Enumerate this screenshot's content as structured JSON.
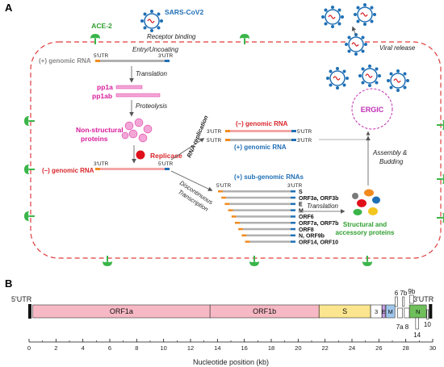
{
  "panel_a": {
    "label": "A",
    "virus_label": "SARS-CoV2",
    "receptor_label": "ACE-2",
    "receptor_binding": "Receptor binding",
    "entry": "Entry/Uncoating",
    "genomic_plus": "(+) genomic RNA",
    "utr5": "5'UTR",
    "utr3": "3'UTR",
    "translation": "Translation",
    "pp1a": "pp1a",
    "pp1ab": "pp1ab",
    "proteolysis": "Proteolysis",
    "nonstructural_1": "Non-structural",
    "nonstructural_2": "proteins",
    "replicase": "Replicase",
    "genomic_minus": "(–) genomic RNA",
    "rna_replication": "RNA replication",
    "minus_genomic_top": "(–) genomic RNA",
    "plus_genomic_mid": "(+) genomic RNA",
    "discontinuous_1": "Discontinuous",
    "discontinuous_2": "Transcription",
    "subgenomic": "(+) sub-genomic RNAs",
    "sg_labels": [
      "S",
      "ORF3a, ORF3b",
      "E",
      "M",
      "ORF6",
      "ORF7a, ORF7b",
      "ORF8",
      "N, ORF9b",
      "ORF14, ORF10"
    ],
    "translation2": "Translation",
    "structural_1": "Structural and",
    "structural_2": "accessory proteins",
    "assembly_1": "Assembly &",
    "assembly_2": "Budding",
    "ergic": "ERGIC",
    "viral_release": "Viral release"
  },
  "panel_b": {
    "label": "B",
    "utr5": "5'UTR",
    "utr3": "3'UTR",
    "genes": [
      "ORF1a",
      "ORF1b",
      "S",
      "3",
      "E",
      "M",
      "N"
    ],
    "small_labels": [
      "6",
      "7b",
      "7a",
      "8",
      "9b",
      "10",
      "14"
    ],
    "axis_ticks": [
      "0",
      "2",
      "4",
      "6",
      "8",
      "10",
      "12",
      "14",
      "16",
      "18",
      "20",
      "22",
      "24",
      "26",
      "28",
      "30"
    ],
    "axis_title": "Nucleotide position (kb)"
  },
  "colors": {
    "membrane": "#e03c3c",
    "receptor": "#3bb54a",
    "virus_blue": "#1f6fb5",
    "magenta": "#d81b9a",
    "red_text": "#d8262b",
    "blue_text": "#1f6fb5",
    "green_text": "#2f9e2f",
    "orf1a": "#f6b8c4",
    "s": "#fbe58f",
    "n": "#6fbf5b"
  }
}
